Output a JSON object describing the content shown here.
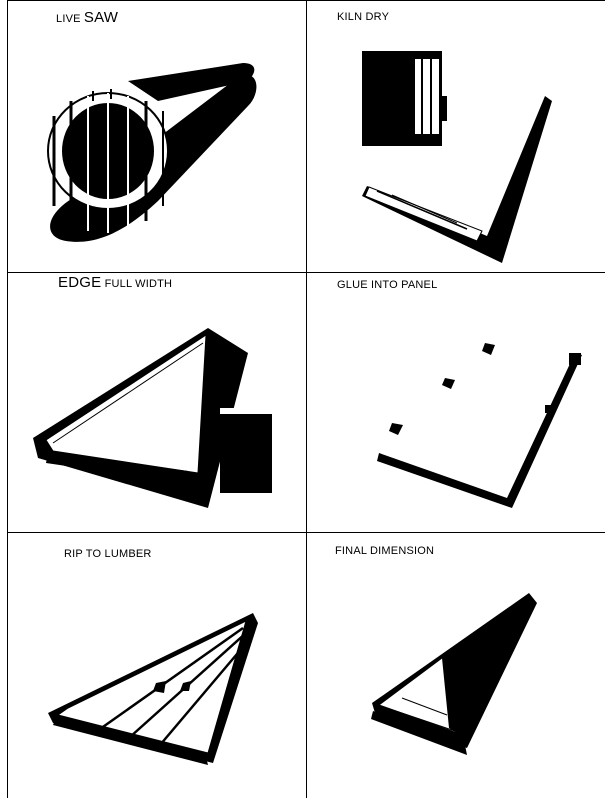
{
  "panels": [
    {
      "id": "live-saw",
      "label_small": "LIVE",
      "label_big": "SAW",
      "label_rest": ""
    },
    {
      "id": "kiln-dry",
      "label_small": "KILN  DRY",
      "label_big": "",
      "label_rest": ""
    },
    {
      "id": "edge-full-width",
      "label_small": "",
      "label_big": "EDGE",
      "label_rest": " FULL WIDTH"
    },
    {
      "id": "glue-into-panel",
      "label_small": "GLUE   INTO PANEL",
      "label_big": "",
      "label_rest": ""
    },
    {
      "id": "rip-to-lumber",
      "label_small": "RIP TO LUMBER",
      "label_big": "",
      "label_rest": ""
    },
    {
      "id": "final-dimension",
      "label_small": "FINAL    DIMENSION",
      "label_big": "",
      "label_rest": ""
    }
  ],
  "colors": {
    "ink": "#000000",
    "paper": "#ffffff"
  }
}
